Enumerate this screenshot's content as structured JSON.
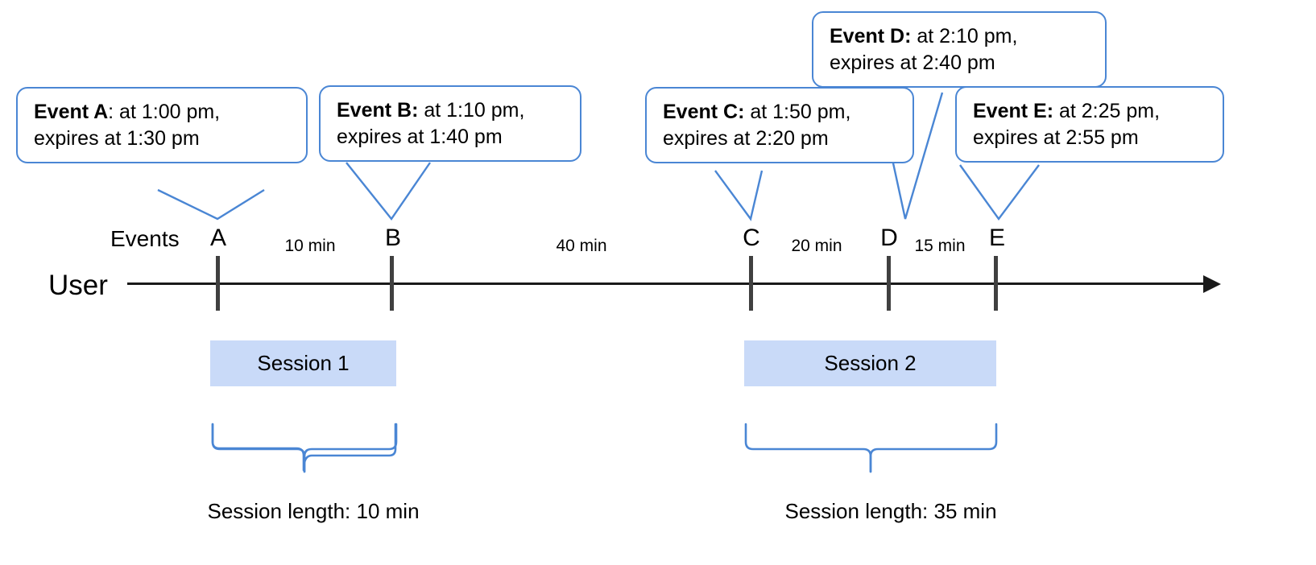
{
  "diagram": {
    "title": "Event timeline with user sessions",
    "accent_blue": "#4a86d4",
    "session_fill": "#c9daf8",
    "axis_color": "#1a1a1a"
  },
  "rows": {
    "user_label": "User",
    "events_label": "Events"
  },
  "callouts": [
    {
      "id": "A",
      "bold": "Event A",
      "rest": ": at 1:00 pm,",
      "line2": "expires at 1:30 pm"
    },
    {
      "id": "B",
      "bold": "Event B:",
      "rest": " at 1:10 pm,",
      "line2": "expires at 1:40 pm"
    },
    {
      "id": "C",
      "bold": "Event C:",
      "rest": " at 1:50 pm,",
      "line2": "expires at 2:20 pm"
    },
    {
      "id": "D",
      "bold": "Event D:",
      "rest": " at 2:10 pm,",
      "line2": "expires at 2:40 pm"
    },
    {
      "id": "E",
      "bold": "Event E:",
      "rest": " at 2:25 pm,",
      "line2": "expires at 2:55 pm"
    }
  ],
  "events": [
    {
      "label": "A",
      "time": "1:00 pm",
      "expires": "1:30 pm"
    },
    {
      "label": "B",
      "time": "1:10 pm",
      "expires": "1:40 pm"
    },
    {
      "label": "C",
      "time": "1:50 pm",
      "expires": "2:20 pm"
    },
    {
      "label": "D",
      "time": "2:10 pm",
      "expires": "2:40 pm"
    },
    {
      "label": "E",
      "time": "2:25 pm",
      "expires": "2:55 pm"
    }
  ],
  "gaps": [
    {
      "from": "A",
      "to": "B",
      "label": "10 min"
    },
    {
      "from": "B",
      "to": "C",
      "label": "40 min"
    },
    {
      "from": "C",
      "to": "D",
      "label": "20 min"
    },
    {
      "from": "D",
      "to": "E",
      "label": "15 min"
    }
  ],
  "sessions": [
    {
      "name": "Session 1",
      "length_label": "Session length: 10 min"
    },
    {
      "name": "Session 2",
      "length_label": "Session length: 35 min"
    }
  ]
}
